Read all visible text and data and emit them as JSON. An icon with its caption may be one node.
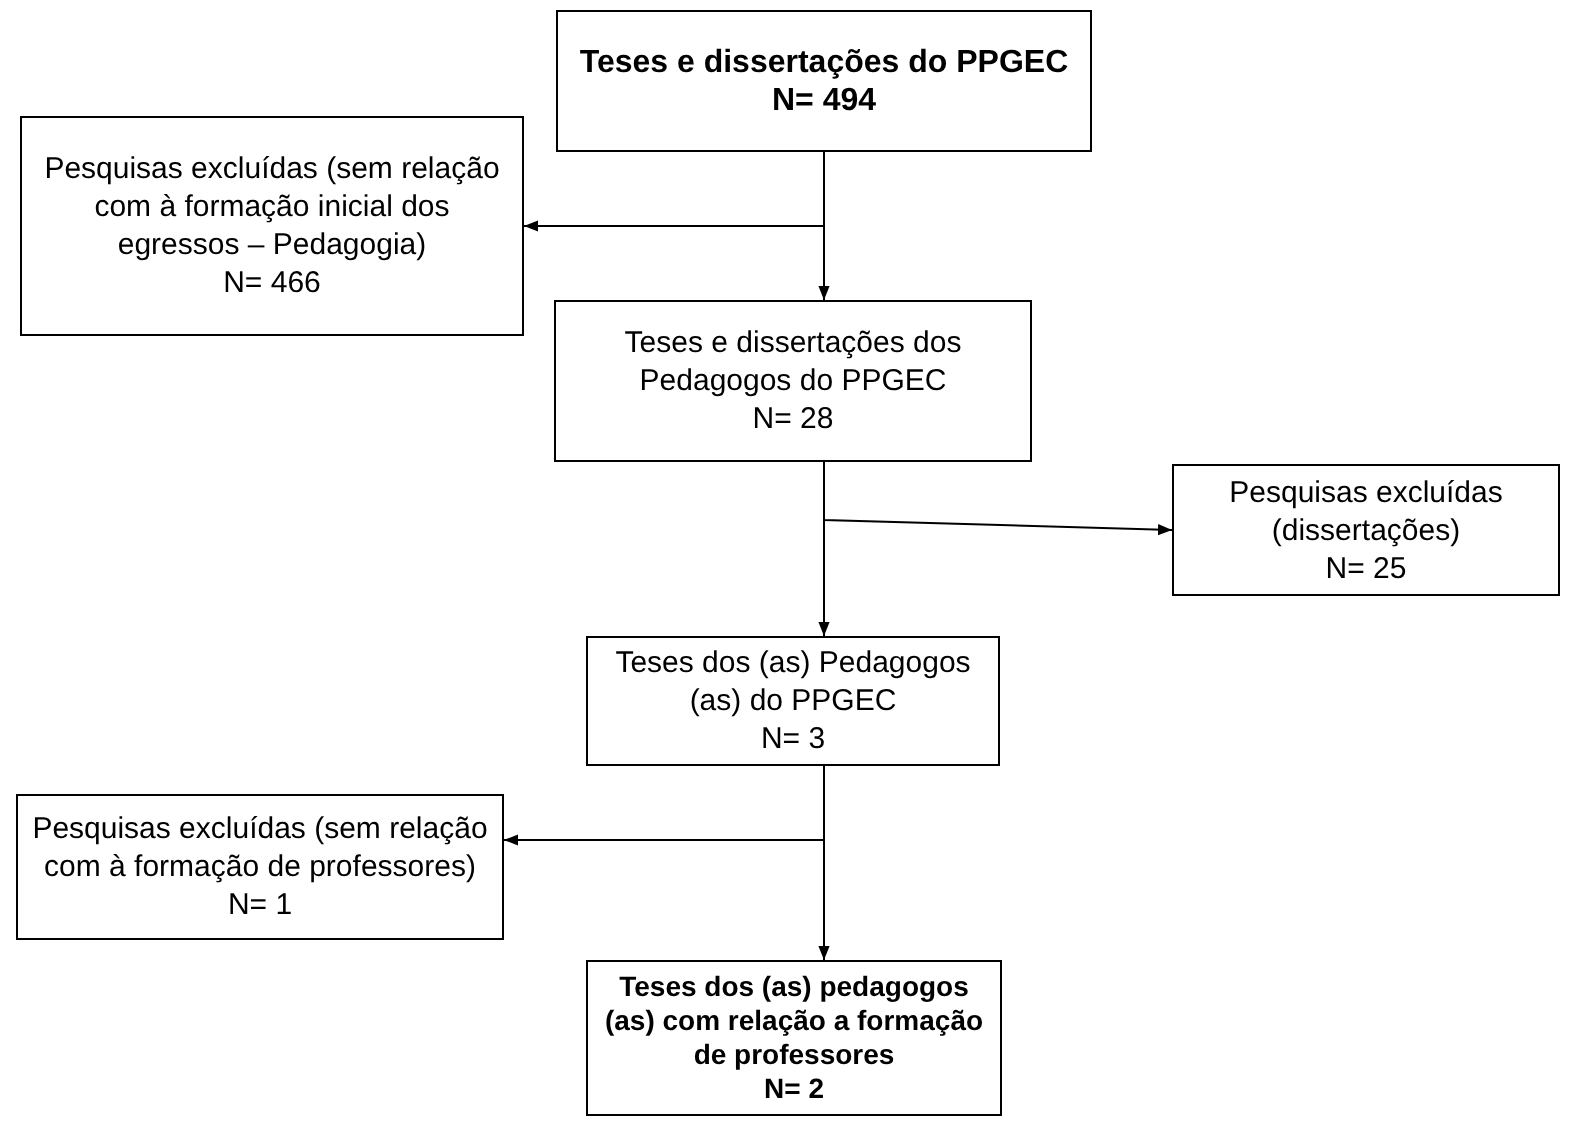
{
  "diagram": {
    "nodes": [
      {
        "text": [
          "Teses e dissertações do PPGEC",
          "N= 494"
        ]
      },
      {
        "text": [
          "Pesquisas excluídas (sem relação com à formação inicial dos egressos – Pedagogia)",
          "N= 466"
        ]
      },
      {
        "text": [
          "Teses e dissertações dos Pedagogos do PPGEC",
          "N= 28"
        ]
      },
      {
        "text": [
          "Pesquisas excluídas (dissertações)",
          "N= 25"
        ]
      },
      {
        "text": [
          "Teses dos (as) Pedagogos (as) do PPGEC",
          "N= 3"
        ]
      },
      {
        "text": [
          "Pesquisas excluídas (sem relação com à formação de professores)",
          "N= 1"
        ]
      },
      {
        "text": [
          "Teses dos (as) pedagogos (as) com relação a formação de professores",
          "N= 2"
        ]
      }
    ],
    "edges": [
      {
        "from": 0,
        "to": 1,
        "arrow": "to"
      },
      {
        "from": 0,
        "to": 2,
        "arrow": "to"
      },
      {
        "from": 2,
        "to": 3,
        "arrow": "to"
      },
      {
        "from": 2,
        "to": 4,
        "arrow": "to"
      },
      {
        "from": 4,
        "to": 5,
        "arrow": "to"
      },
      {
        "from": 4,
        "to": 6,
        "arrow": "to"
      }
    ]
  }
}
